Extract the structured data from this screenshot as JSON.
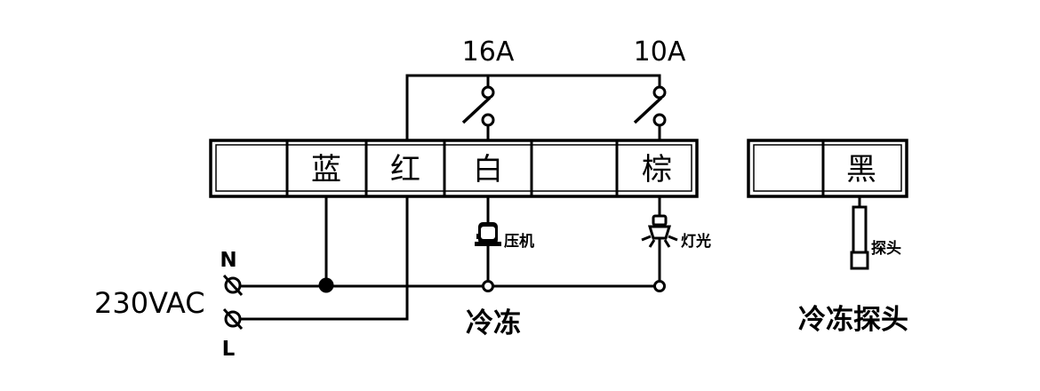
{
  "terminals": {
    "main_block": [
      "",
      "蓝",
      "红",
      "白",
      "",
      "棕"
    ],
    "probe_block": [
      "",
      "黑"
    ]
  },
  "relays": {
    "compressor_rating": "16A",
    "light_rating": "10A"
  },
  "loads": {
    "compressor": "压机",
    "light": "灯光",
    "probe": "探头"
  },
  "power": {
    "voltage": "230VAC",
    "neutral": "N",
    "live": "L"
  },
  "captions": {
    "main": "冷冻",
    "probe": "冷冻探头"
  },
  "colors": {
    "line": "#000000",
    "background": "#ffffff"
  }
}
